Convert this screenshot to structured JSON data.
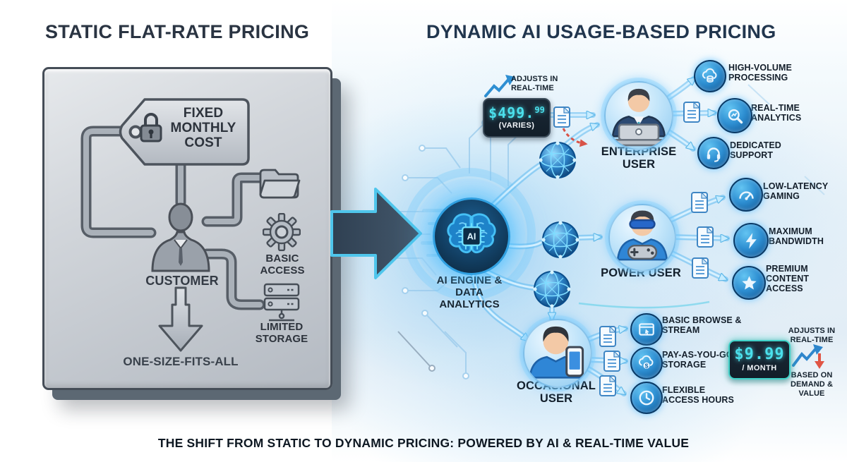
{
  "left": {
    "title": "STATIC FLAT-RATE PRICING",
    "tag_label": "FIXED MONTHLY COST",
    "tag_icon": "lock-icon",
    "customer": "CUSTOMER",
    "basic_access": "BASIC ACCESS",
    "limited_storage": "LIMITED STORAGE",
    "one_size": "ONE-SIZE-FITS-ALL"
  },
  "right": {
    "title": "DYNAMIC AI USAGE-BASED PRICING",
    "adjusts_top": "ADJUSTS IN REAL-TIME",
    "price_enterprise": {
      "main": "$499.",
      "sup": "99",
      "note": "(VARIES)"
    },
    "ai_label": "AI ENGINE & DATA ANALYTICS",
    "users": [
      {
        "label": "ENTERPRISE USER",
        "icon": "enterprise-user-avatar",
        "features": [
          {
            "icon": "cloud-database-icon",
            "label": "HIGH-VOLUME PROCESSING"
          },
          {
            "icon": "analytics-magnifier-icon",
            "label": "REAL-TIME ANALYTICS"
          },
          {
            "icon": "headset-icon",
            "label": "DEDICATED SUPPORT"
          }
        ]
      },
      {
        "label": "POWER USER",
        "icon": "power-user-avatar",
        "features": [
          {
            "icon": "speedometer-icon",
            "label": "LOW-LATENCY GAMING"
          },
          {
            "icon": "lightning-icon",
            "label": "MAXIMUM BANDWIDTH"
          },
          {
            "icon": "star-icon",
            "label": "PREMIUM CONTENT ACCESS"
          }
        ]
      },
      {
        "label": "OCCASIONAL USER",
        "icon": "occasional-user-avatar",
        "features": [
          {
            "icon": "browser-icon",
            "label": "BASIC BROWSE & STREAM"
          },
          {
            "icon": "cloud-dollar-icon",
            "label": "PAY-AS-YOU-GO STORAGE"
          },
          {
            "icon": "clock-icon",
            "label": "FLEXIBLE ACCESS HOURS"
          }
        ]
      }
    ],
    "price_occasional": {
      "amount": "$9.99",
      "note": "/ MONTH"
    },
    "adjusts_bottom": "ADJUSTS IN REAL-TIME",
    "based_on": "BASED ON DEMAND & VALUE"
  },
  "footer": {
    "caption": "THE SHIFT FROM STATIC TO DYNAMIC PRICING: POWERED BY AI & REAL-TIME VALUE"
  },
  "colors": {
    "accent_cyan": "#4be0ec",
    "glow_blue": "#7fd4f7",
    "navy_title": "#2a3442",
    "panel_gray": "#c7ccd3",
    "price_box_bg": "#14222e",
    "teal_border": "#3fd2c8",
    "alert_red": "#d85348"
  }
}
